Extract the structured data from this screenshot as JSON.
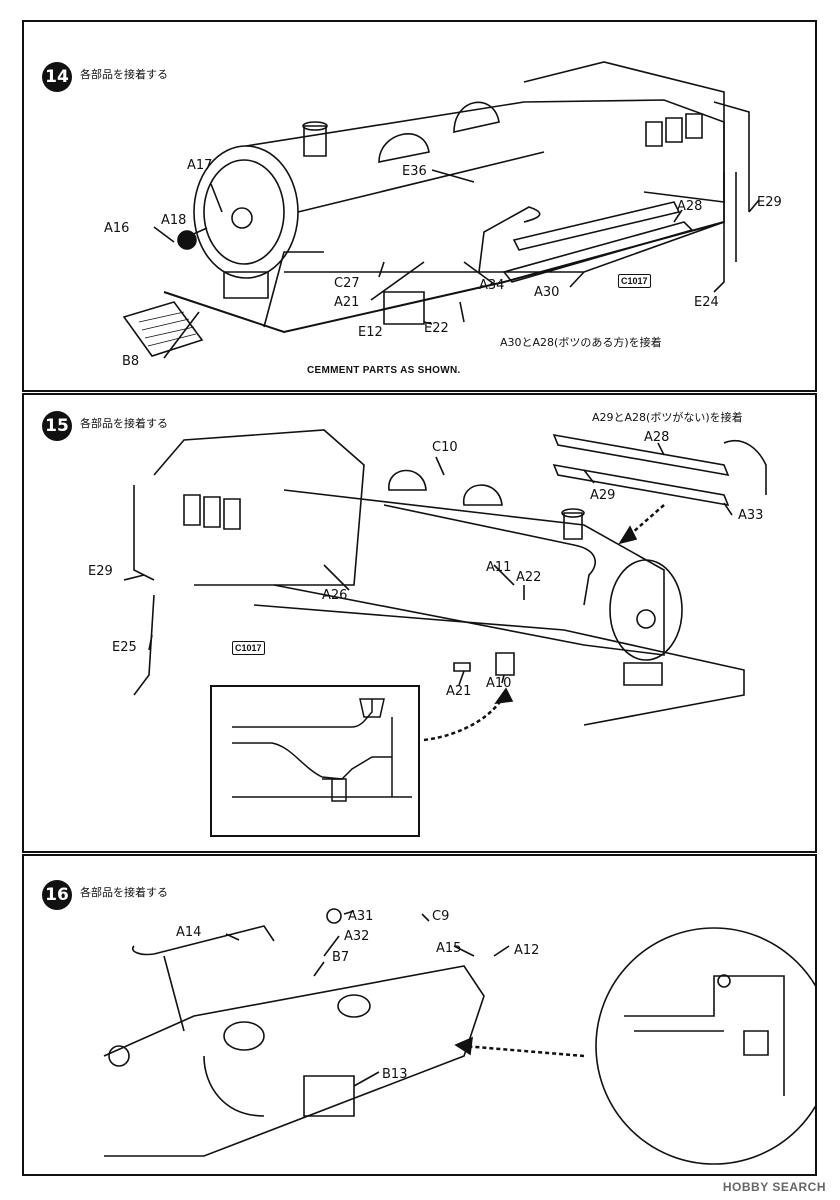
{
  "step14": {
    "number": "14",
    "title": "各部品を接着する",
    "note": "A30とA28(ボツのある方)を接着",
    "caption": "CEMMENT PARTS AS SHOWN.",
    "plate": "C1017",
    "labels": {
      "a17": "A17",
      "a16": "A16",
      "a18": "A18",
      "e36": "E36",
      "a28": "A28",
      "e29": "E29",
      "c27": "C27",
      "a21": "A21",
      "a34": "A34",
      "a30": "A30",
      "e24": "E24",
      "e12": "E12",
      "e22": "E22",
      "b8": "B8"
    }
  },
  "step15": {
    "number": "15",
    "title": "各部品を接着する",
    "note": "A29とA28(ボツがない)を接着",
    "plate": "C1017",
    "labels": {
      "c10": "C10",
      "a28": "A28",
      "a29": "A29",
      "a33": "A33",
      "e29": "E29",
      "a11": "A11",
      "a22": "A22",
      "a26": "A26",
      "e25": "E25",
      "a21": "A21",
      "a10": "A10"
    }
  },
  "step16": {
    "number": "16",
    "title": "各部品を接着する",
    "labels": {
      "a31": "A31",
      "c9": "C9",
      "a14": "A14",
      "a32": "A32",
      "a15": "A15",
      "a12": "A12",
      "b7": "B7",
      "b13": "B13"
    }
  },
  "watermark": "HOBBY SEARCH"
}
